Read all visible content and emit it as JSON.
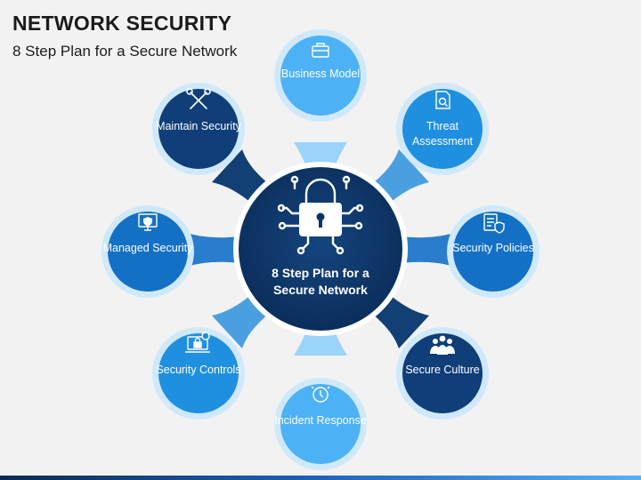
{
  "header": {
    "title": "NETWORK SECURITY",
    "subtitle": "8 Step Plan for a Secure Network"
  },
  "hub": {
    "label": "8 Step Plan for a Secure Network",
    "icon": "padlock-circuit-icon"
  },
  "steps": [
    {
      "id": "business-model",
      "label": "Business Model",
      "icon": "briefcase-icon",
      "color": "#4db1f5"
    },
    {
      "id": "threat-assessment",
      "label": "Threat Assessment",
      "icon": "document-search-icon",
      "color": "#1f8fe0"
    },
    {
      "id": "security-policies",
      "label": "Security Policies",
      "icon": "policy-shield-icon",
      "color": "#1470c4"
    },
    {
      "id": "secure-culture",
      "label": "Secure Culture",
      "icon": "people-group-icon",
      "color": "#0f3e78"
    },
    {
      "id": "incident-response",
      "label": "Incident Response",
      "icon": "clock-alert-icon",
      "color": "#4db1f5"
    },
    {
      "id": "security-controls",
      "label": "Security Controls",
      "icon": "laptop-lock-icon",
      "color": "#1f8fe0"
    },
    {
      "id": "managed-security",
      "label": "Managed Security",
      "icon": "monitor-shield-icon",
      "color": "#1470c4"
    },
    {
      "id": "maintain-security",
      "label": "Maintain Security",
      "icon": "tools-icon",
      "color": "#0f3e78"
    }
  ],
  "colors": {
    "hub": "#0c3566",
    "hub_ring": "#ffffff",
    "background": "#f2f2f2"
  }
}
